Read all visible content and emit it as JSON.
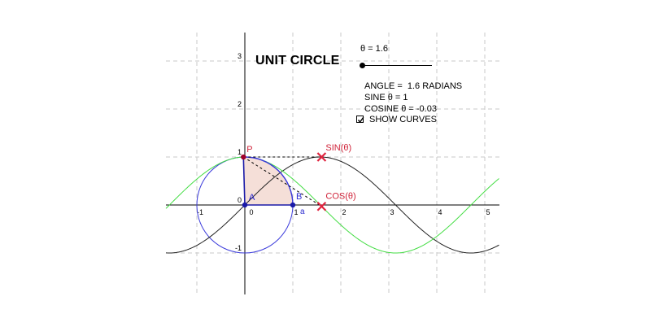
{
  "app": {
    "title": "UNIT CIRCLE",
    "slider": {
      "label": "θ = 1.6",
      "value": 1.6
    },
    "readouts": {
      "angle": "ANGLE =  1.6 RADIANS",
      "sine": "SINE θ = 1",
      "cosine": "COSINE θ = -0.03"
    },
    "show_curves": {
      "label": "SHOW CURVES",
      "checked": true
    },
    "point_labels": {
      "p": "P",
      "a": "A",
      "b": "B",
      "a_angle": "a",
      "sin_marker": "SIN(θ)",
      "cos_marker": "COS(θ)"
    }
  },
  "graph": {
    "x_ticks": [
      "-1",
      "0",
      "1",
      "2",
      "3",
      "4",
      "5"
    ],
    "y_ticks": [
      "-1",
      "0",
      "1",
      "2",
      "3"
    ],
    "colors": {
      "circle": "#3a3adb",
      "sine_curve": "#222222",
      "cosine_curve": "#44dd44",
      "markers": "#e0243f",
      "point_p": "#a0002a",
      "sector_fill": "#f5dfd8",
      "grid": "#c8c8c8"
    }
  }
}
